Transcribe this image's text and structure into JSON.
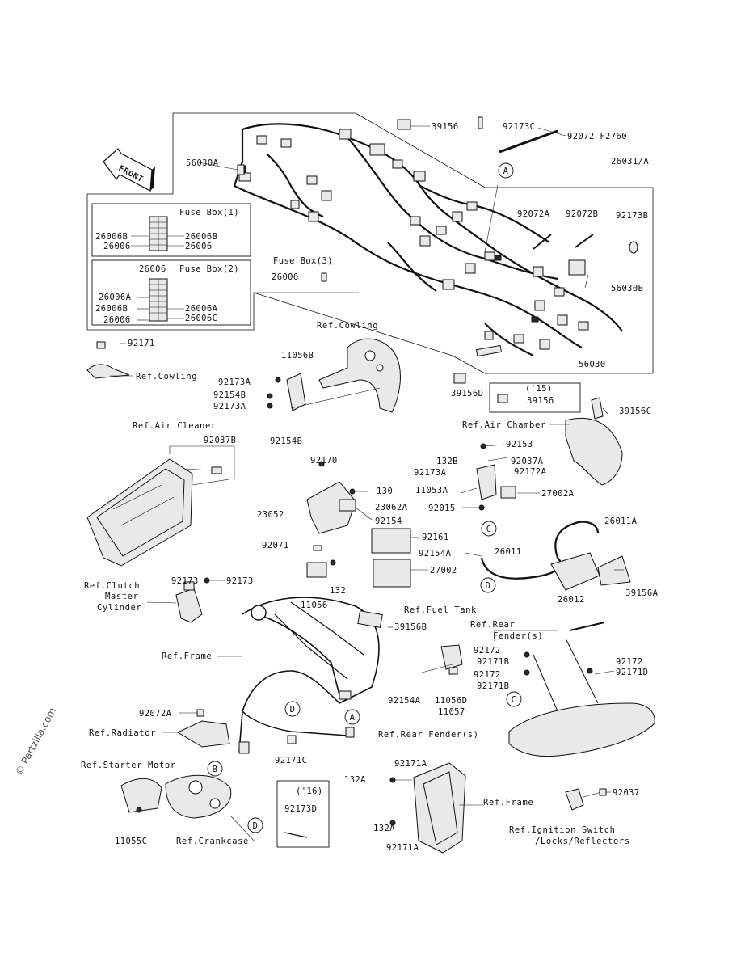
{
  "front_label": "FRONT",
  "watermark": "© Partzilla.com",
  "callouts": [
    {
      "id": "c-A1",
      "letter": "A"
    },
    {
      "id": "c-C1",
      "letter": "C"
    },
    {
      "id": "c-D1",
      "letter": "D"
    },
    {
      "id": "c-D2",
      "letter": "D"
    },
    {
      "id": "c-A2",
      "letter": "A"
    },
    {
      "id": "c-B1",
      "letter": "B"
    },
    {
      "id": "c-C2",
      "letter": "C"
    },
    {
      "id": "c-D3",
      "letter": "D"
    }
  ],
  "fuse_boxes": {
    "box1_title": "Fuse Box(1)",
    "box2_title": "Fuse Box(2)",
    "box3_title": "Fuse Box(3)"
  },
  "version_tags": {
    "tag15": "('15)",
    "tag16": "('16)"
  },
  "labels": {
    "p39156_top": "39156",
    "p92173C": "92173C",
    "p92072_F2760": "92072  F2760",
    "p56030A": "56030A",
    "p26031A": "26031/A",
    "p92072A_top": "92072A",
    "p92072B": "92072B",
    "p92173B": "92173B",
    "p56030B": "56030B",
    "p56030": "56030",
    "fb1_26006B": "26006B",
    "fb1_26006B_r": "26006B",
    "fb1_26006": "26006",
    "fb1_26006_r": "26006",
    "fb2_26006_t": "26006",
    "fb2_26006A": "26006A",
    "fb2_26006B": "26006B",
    "fb2_26006A_r": "26006A",
    "fb2_26006": "26006",
    "fb2_26006C": "26006C",
    "fb3_26006": "26006",
    "p92171_top": "92171",
    "ref_cowling_left": "Ref.Cowling",
    "ref_cowling_top": "Ref.Cowling",
    "p11056B": "11056B",
    "p92173A_1": "92173A",
    "p92154B_1": "92154B",
    "p92173A_2": "92173A",
    "p92154B_2": "92154B",
    "p39156D": "39156D",
    "p39156_15": "39156",
    "p39156C": "39156C",
    "ref_air_chamber": "Ref.Air Chamber",
    "ref_air_cleaner": "Ref.Air Cleaner",
    "p92037B": "92037B",
    "p92153": "92153",
    "p132B": "132B",
    "p92037A": "92037A",
    "p92173A_3": "92173A",
    "p92172A": "92172A",
    "p11053A": "11053A",
    "p27002A": "27002A",
    "p92015": "92015",
    "p92170": "92170",
    "p130": "130",
    "p23052": "23052",
    "p23062A": "23062A",
    "p92154": "92154",
    "p92161": "92161",
    "p92071": "92071",
    "p27002": "27002",
    "p132": "132",
    "p11056": "11056",
    "p26011A": "26011A",
    "p92154A_1": "92154A",
    "p26011": "26011",
    "p39156A": "39156A",
    "p26012": "26012",
    "p92173_1": "92173",
    "p92173_2": "92173",
    "ref_clutch_1": "Ref.Clutch",
    "ref_clutch_2": "Master",
    "ref_clutch_3": "Cylinder",
    "ref_fuel_tank": "Ref.Fuel Tank",
    "p39156B": "39156B",
    "ref_rear_fender_1": "Ref.Rear",
    "ref_rear_fender_2": "Fender(s)",
    "ref_frame": "Ref.Frame",
    "p92172_1": "92172",
    "p92171B_1": "92171B",
    "p92172_2": "92172",
    "p92171B_2": "92171B",
    "p92172_3": "92172",
    "p92171D": "92171D",
    "p92154A_2": "92154A",
    "p11056D": "11056D",
    "p11057": "11057",
    "p92072A_low": "92072A",
    "ref_radiator": "Ref.Radiator",
    "ref_rear_fender_b": "Ref.Rear Fender(s)",
    "p92171C": "92171C",
    "ref_starter": "Ref.Starter Motor",
    "p92171A_1": "92171A",
    "p132A_1": "132A",
    "ref_frame_2": "Ref.Frame",
    "p92037": "92037",
    "p11055C": "11055C",
    "ref_crankcase": "Ref.Crankcase",
    "p92173D": "92173D",
    "p132A_2": "132A",
    "p92171A_2": "92171A",
    "ref_ignition_1": "Ref.Ignition Switch",
    "ref_ignition_2": "/Locks/Reflectors"
  }
}
